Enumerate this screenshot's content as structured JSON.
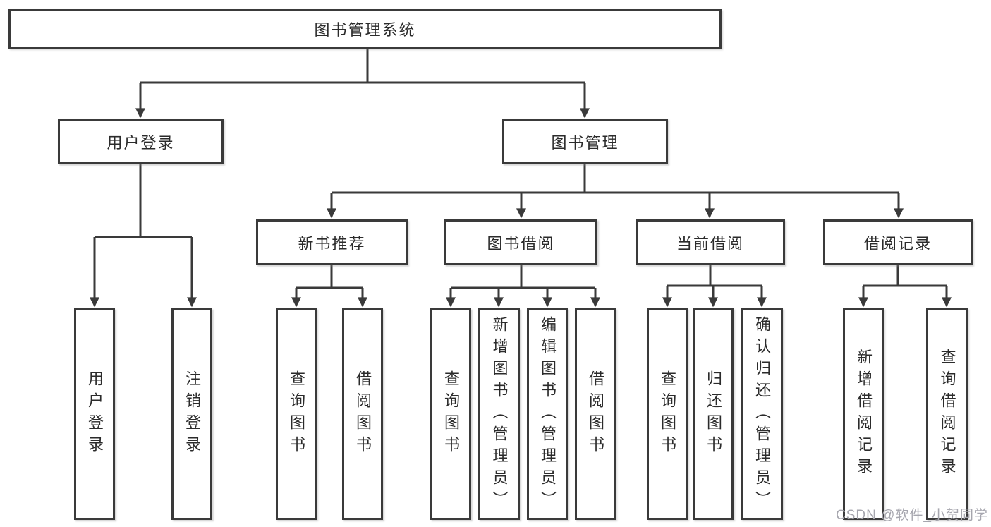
{
  "colors": {
    "line": "#3a3a3a",
    "text": "#2b2b2b",
    "background": "#ffffff",
    "watermark": "#a6a6ae"
  },
  "watermark": {
    "text": "CSDN @软件_小贺同学"
  },
  "tree": {
    "label": "图书管理系统",
    "children": [
      {
        "label": "用户登录",
        "children": [
          {
            "label": "用户登录"
          },
          {
            "label": "注销登录"
          }
        ]
      },
      {
        "label": "图书管理",
        "children": [
          {
            "label": "新书推荐",
            "children": [
              {
                "label": "查询图书"
              },
              {
                "label": "借阅图书"
              }
            ]
          },
          {
            "label": "图书借阅",
            "children": [
              {
                "label": "查询图书"
              },
              {
                "label": "新增图书（管理员）"
              },
              {
                "label": "编辑图书（管理员）"
              },
              {
                "label": "借阅图书"
              }
            ]
          },
          {
            "label": "当前借阅",
            "children": [
              {
                "label": "查询图书"
              },
              {
                "label": "归还图书"
              },
              {
                "label": "确认归还（管理员）"
              }
            ]
          },
          {
            "label": "借阅记录",
            "children": [
              {
                "label": "新增借阅记录"
              },
              {
                "label": "查询借阅记录"
              }
            ]
          }
        ]
      }
    ]
  }
}
